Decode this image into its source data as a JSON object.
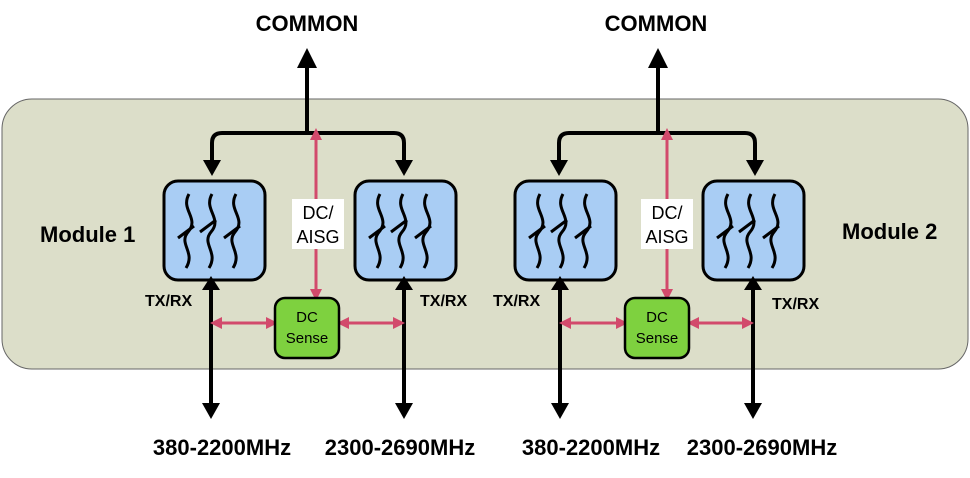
{
  "modules": [
    {
      "name": "Module 1",
      "common_label": "COMMON",
      "dc_aisg_line1": "DC/",
      "dc_aisg_line2": "AISG",
      "txrx_left": "TX/RX",
      "txrx_right": "TX/RX",
      "dc_sense_line1": "DC",
      "dc_sense_line2": "Sense",
      "band_left": "380-2200MHz",
      "band_right": "2300-2690MHz"
    },
    {
      "name": "Module 2",
      "common_label": "COMMON",
      "dc_aisg_line1": "DC/",
      "dc_aisg_line2": "AISG",
      "txrx_left": "TX/RX",
      "txrx_right": "TX/RX",
      "dc_sense_line1": "DC",
      "dc_sense_line2": "Sense",
      "band_left": "380-2200MHz",
      "band_right": "2300-2690MHz"
    }
  ],
  "colors": {
    "module_bg": "#dcdec9",
    "filter_fill": "#a9cdf4",
    "sense_fill": "#7ed13f",
    "dc_line": "#d24a6c",
    "signal_line": "#000000"
  }
}
